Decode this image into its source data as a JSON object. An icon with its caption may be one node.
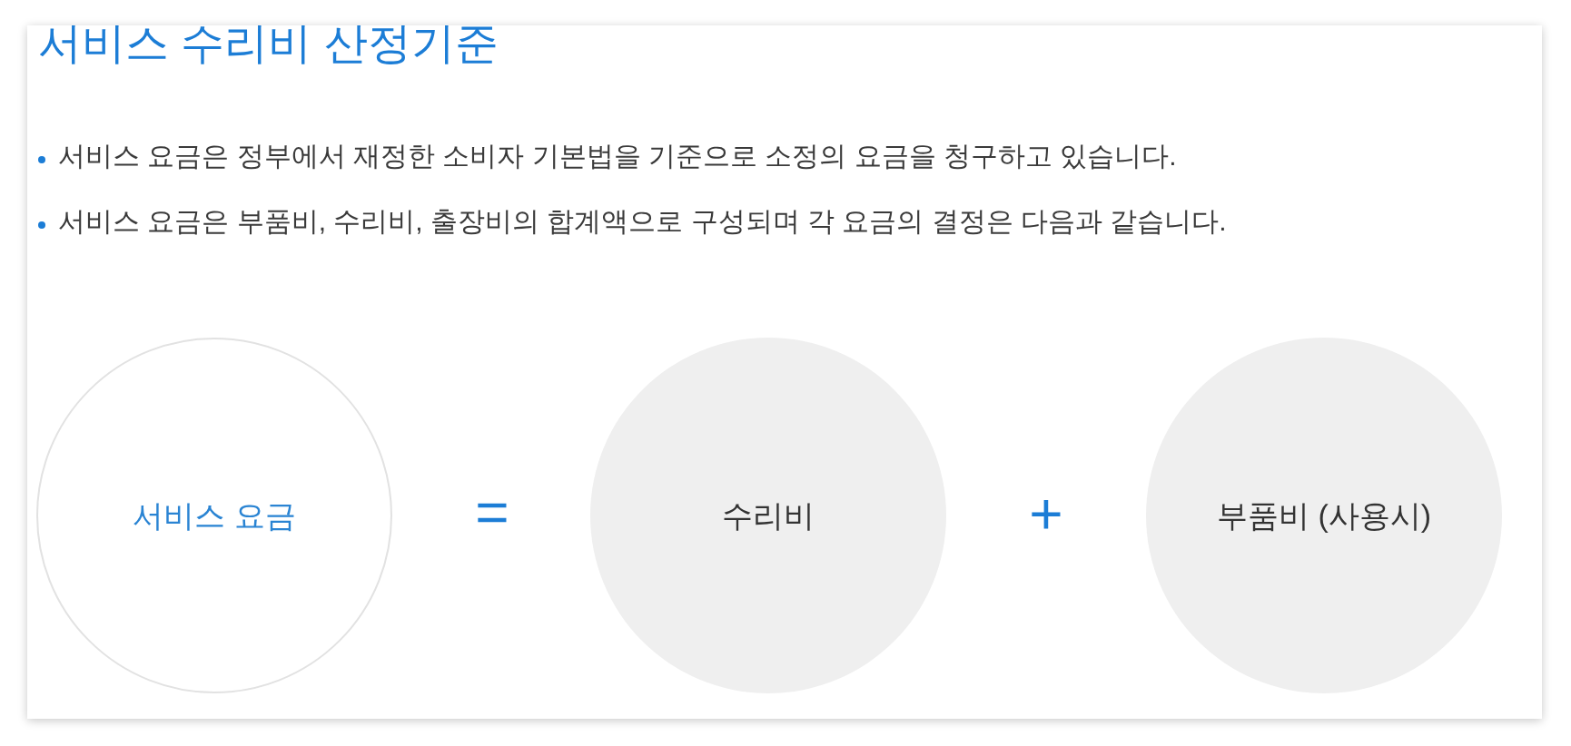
{
  "diagram": {
    "title": "서비스 수리비 산정기준",
    "nodes": [
      {
        "text": [
          "서비스 요금"
        ]
      },
      {
        "text": [
          "수리비"
        ]
      },
      {
        "text": [
          "부품비 (사용시)"
        ]
      }
    ],
    "labels": [
      "서비스 요금은 정부에서 재정한 소비자 기본법을 기준으로 소정의 요금을 청구하고 있습니다.",
      "서비스 요금은 부품비, 수리비, 출장비의 합계액으로 구성되며 각 요금의 결정은 다음과 같습니다.",
      "=",
      "+"
    ]
  }
}
